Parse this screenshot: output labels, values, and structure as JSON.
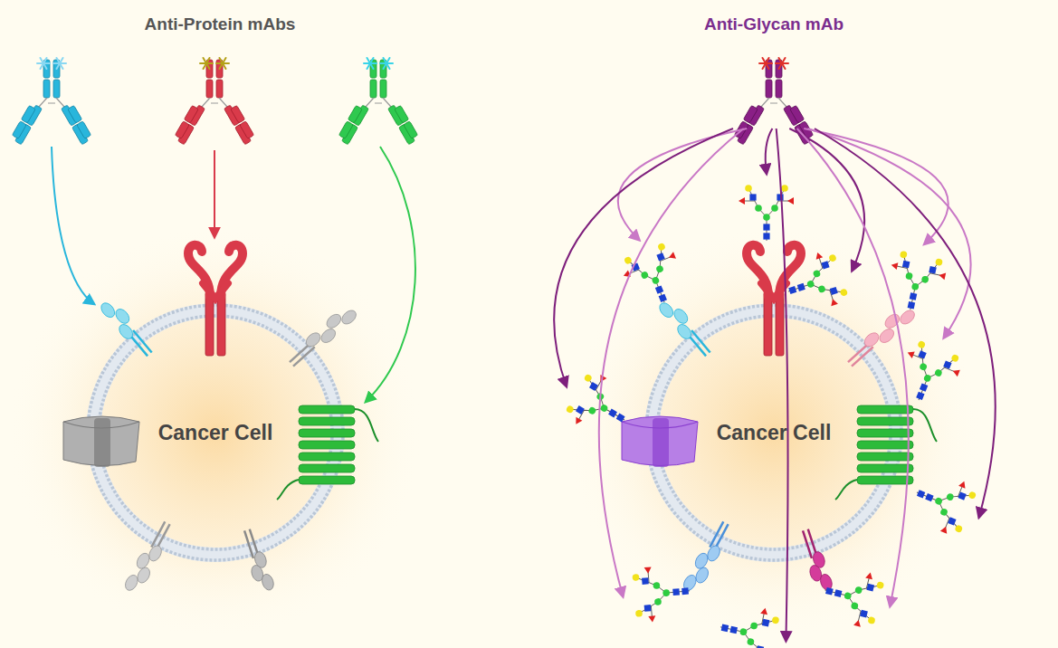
{
  "diagram": {
    "nodes": [
      {
        "text": [
          "Cancer Cell"
        ]
      },
      {
        "text": [
          "Cancer Cell"
        ]
      }
    ],
    "labels": [
      "Anti-Protein mAbs",
      "Anti-Glycan mAb"
    ]
  }
}
